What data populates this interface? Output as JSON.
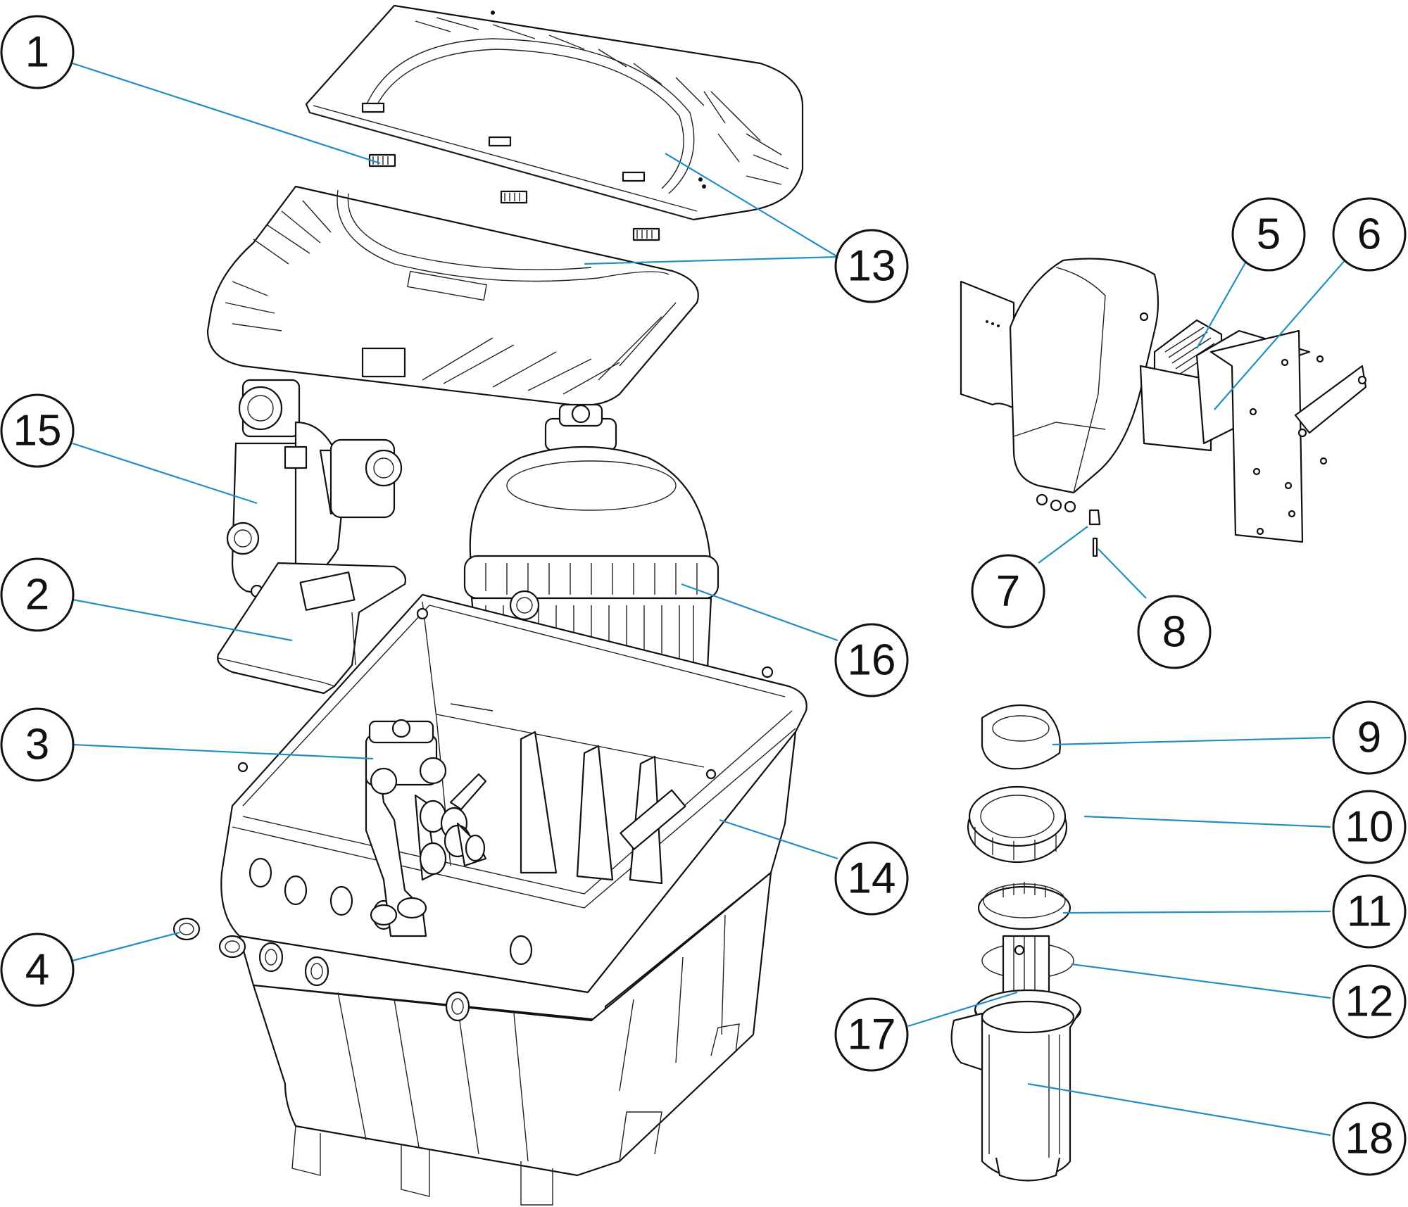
{
  "callouts": [
    {
      "id": "1",
      "label": "1"
    },
    {
      "id": "2",
      "label": "2"
    },
    {
      "id": "3",
      "label": "3"
    },
    {
      "id": "4",
      "label": "4"
    },
    {
      "id": "5",
      "label": "5"
    },
    {
      "id": "6",
      "label": "6"
    },
    {
      "id": "7",
      "label": "7"
    },
    {
      "id": "8",
      "label": "8"
    },
    {
      "id": "9",
      "label": "9"
    },
    {
      "id": "10",
      "label": "10"
    },
    {
      "id": "11",
      "label": "11"
    },
    {
      "id": "12",
      "label": "12"
    },
    {
      "id": "13",
      "label": "13"
    },
    {
      "id": "14",
      "label": "14"
    },
    {
      "id": "15",
      "label": "15"
    },
    {
      "id": "16",
      "label": "16"
    },
    {
      "id": "17",
      "label": "17"
    },
    {
      "id": "18",
      "label": "18"
    }
  ],
  "colors": {
    "leader": "#1f8fc4",
    "outline": "#111111"
  }
}
